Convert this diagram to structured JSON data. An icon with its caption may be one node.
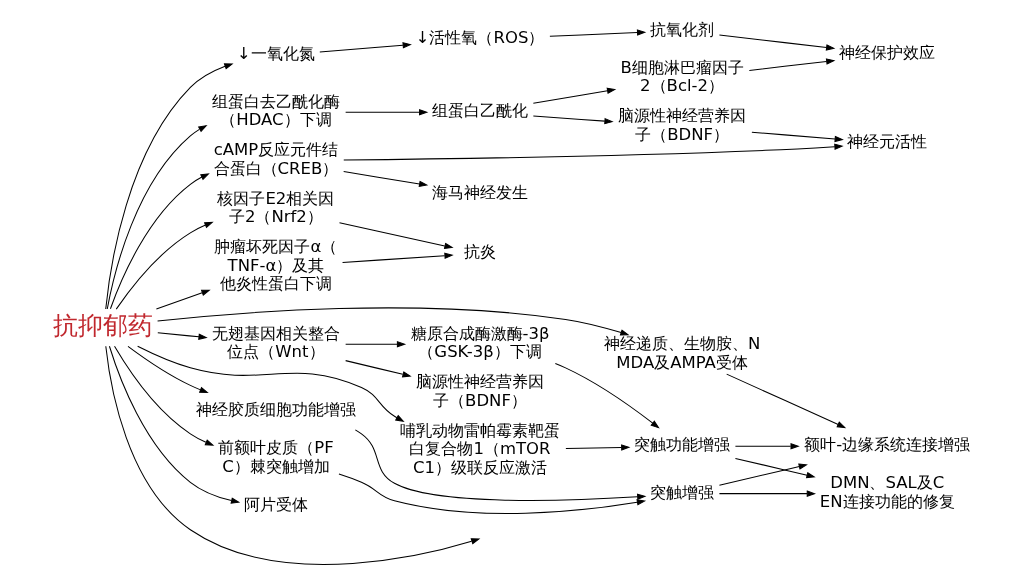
{
  "diagram": {
    "nodes": [
      {
        "text": [
          "神经保护效应"
        ]
      },
      {
        "text": [
          "B细胞淋巴瘤因子2（Bcl-2）"
        ]
      },
      {
        "text": [
          "组蛋白乙酰化"
        ]
      },
      {
        "text": [
          "脑源性神经营养因子（BDNF）"
        ]
      },
      {
        "text": [
          "神经元活性"
        ]
      },
      {
        "text": [
          "抗氧化剂"
        ]
      },
      {
        "text": [
          "↓活性氧（ROS）"
        ]
      },
      {
        "text": [
          "↓一氧化氮"
        ]
      },
      {
        "text": [
          "组蛋白去乙酰化酶（HDAC）下调"
        ]
      },
      {
        "text": [
          "cAMP反应元件结合蛋白（CREB）"
        ]
      },
      {
        "text": [
          "海马神经发生"
        ]
      },
      {
        "text": [
          "核因子E2相关因子2（Nrf2）"
        ]
      },
      {
        "text": [
          "抗炎"
        ]
      },
      {
        "text": [
          "肿瘤坏死因子α（TNF-α）及其他炎性蛋白下调"
        ]
      },
      {
        "text": [
          "抗抑郁药"
        ]
      },
      {
        "text": [
          "无翅基因相关整合位点（Wnt）"
        ]
      },
      {
        "text": [
          "脑源性神经营养因子（BDNF）"
        ]
      },
      {
        "text": [
          "糖原合成酶激酶-3β（GSK-3β）下调"
        ]
      },
      {
        "text": [
          "神经胶质细胞功能增强"
        ]
      },
      {
        "text": [
          "前额叶皮质（PFC）棘突触增加"
        ]
      },
      {
        "text": [
          "阿片受体"
        ]
      },
      {
        "text": [
          "哺乳动物雷帕霉素靶蛋白复合物1（mTORC1）级联反应激活"
        ]
      },
      {
        "text": [
          "突触功能增强"
        ]
      },
      {
        "text": [
          "神经递质、生物胺、NMDA及AMPA受体"
        ]
      },
      {
        "text": [
          "突触增强"
        ]
      },
      {
        "text": [
          "额叶-边缘系统连接增强"
        ]
      },
      {
        "text": [
          "DMN、SAL及CEN连接功能的修复"
        ]
      }
    ],
    "edges": [
      {
        "from": 2,
        "to": 1,
        "arrow": "to"
      },
      {
        "from": 1,
        "to": 0,
        "arrow": "to"
      },
      {
        "from": 2,
        "to": 3,
        "arrow": "to"
      },
      {
        "from": 3,
        "to": 4,
        "arrow": "to"
      },
      {
        "from": 8,
        "to": 2,
        "arrow": "to"
      },
      {
        "from": 14,
        "to": 8,
        "arrow": "to"
      },
      {
        "from": 5,
        "to": 0,
        "arrow": "to"
      },
      {
        "from": 6,
        "to": 5,
        "arrow": "to"
      },
      {
        "from": 7,
        "to": 6,
        "arrow": "to"
      },
      {
        "from": 14,
        "to": 7,
        "arrow": "to"
      },
      {
        "from": 14,
        "to": 11,
        "arrow": "to"
      },
      {
        "from": 11,
        "to": 12,
        "arrow": "to"
      },
      {
        "from": 13,
        "to": 12,
        "arrow": "to"
      },
      {
        "from": 14,
        "to": 13,
        "arrow": "to"
      },
      {
        "from": 14,
        "to": 9,
        "arrow": "to"
      },
      {
        "from": 9,
        "to": 4,
        "arrow": "to"
      },
      {
        "from": 9,
        "to": 10,
        "arrow": "to"
      },
      {
        "from": 14,
        "to": 15,
        "arrow": "to"
      },
      {
        "from": 15,
        "to": 16,
        "arrow": "to"
      },
      {
        "from": 15,
        "to": 17,
        "arrow": "to"
      },
      {
        "from": 14,
        "to": 18,
        "arrow": "to"
      },
      {
        "from": 14,
        "to": 19,
        "arrow": "to"
      },
      {
        "from": 14,
        "to": 20,
        "arrow": "to"
      },
      {
        "from": 14,
        "to": 21,
        "arrow": "to"
      },
      {
        "from": 14,
        "to": 23,
        "arrow": "to"
      },
      {
        "from": 14,
        "to": null,
        "arrow": "to"
      },
      {
        "from": 17,
        "to": 22,
        "arrow": "to"
      },
      {
        "from": 21,
        "to": 22,
        "arrow": "to"
      },
      {
        "from": 18,
        "to": 24,
        "arrow": "to"
      },
      {
        "from": 19,
        "to": 24,
        "arrow": "to"
      },
      {
        "from": 23,
        "to": 25,
        "arrow": "to"
      },
      {
        "from": 22,
        "to": 25,
        "arrow": "to"
      },
      {
        "from": 22,
        "to": 26,
        "arrow": "to"
      },
      {
        "from": 24,
        "to": 25,
        "arrow": "to"
      },
      {
        "from": 24,
        "to": 26,
        "arrow": "to"
      }
    ]
  }
}
